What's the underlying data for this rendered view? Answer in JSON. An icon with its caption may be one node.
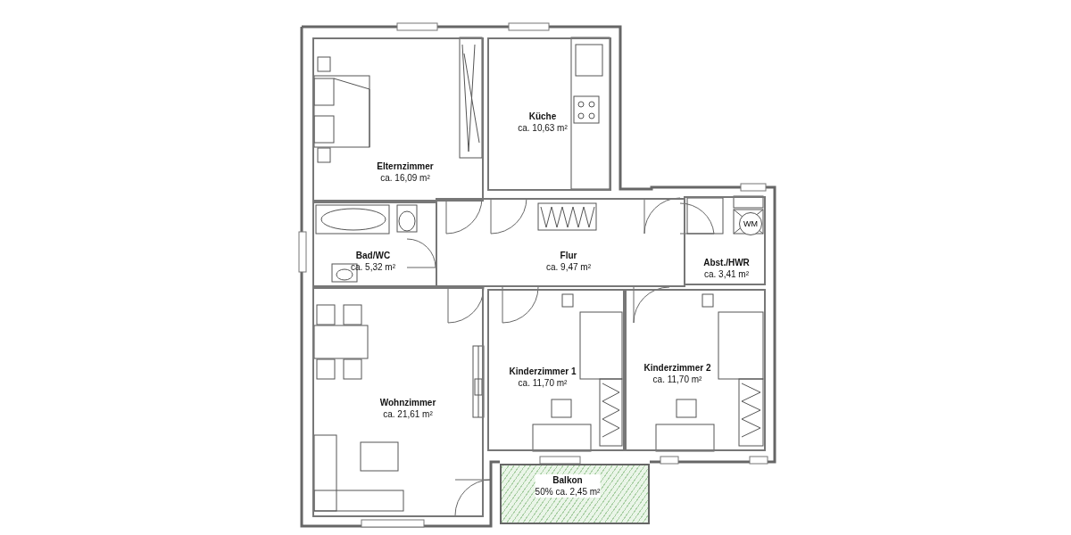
{
  "diagram": {
    "nodes": [
      {
        "text": [
          "Elternzimmer",
          "ca. 16,09 m²"
        ]
      },
      {
        "text": [
          "Küche",
          "ca. 10,63 m²"
        ]
      },
      {
        "text": [
          "Bad/WC",
          "ca. 5,32 m²"
        ]
      },
      {
        "text": [
          "Flur",
          "ca. 9,47 m²"
        ]
      },
      {
        "text": [
          "Abst./HWR",
          "ca. 3,41 m²"
        ]
      },
      {
        "text": [
          "WM"
        ],
        "in": 4
      },
      {
        "text": [
          "Wohnzimmer",
          "ca. 21,61 m²"
        ]
      },
      {
        "text": [
          "Kinderzimmer 1",
          "ca. 11,70 m²"
        ]
      },
      {
        "text": [
          "Kinderzimmer 2",
          "ca. 11,70 m²"
        ]
      },
      {
        "text": [
          "Balkon",
          "50% ca. 2,45 m²"
        ]
      }
    ]
  }
}
